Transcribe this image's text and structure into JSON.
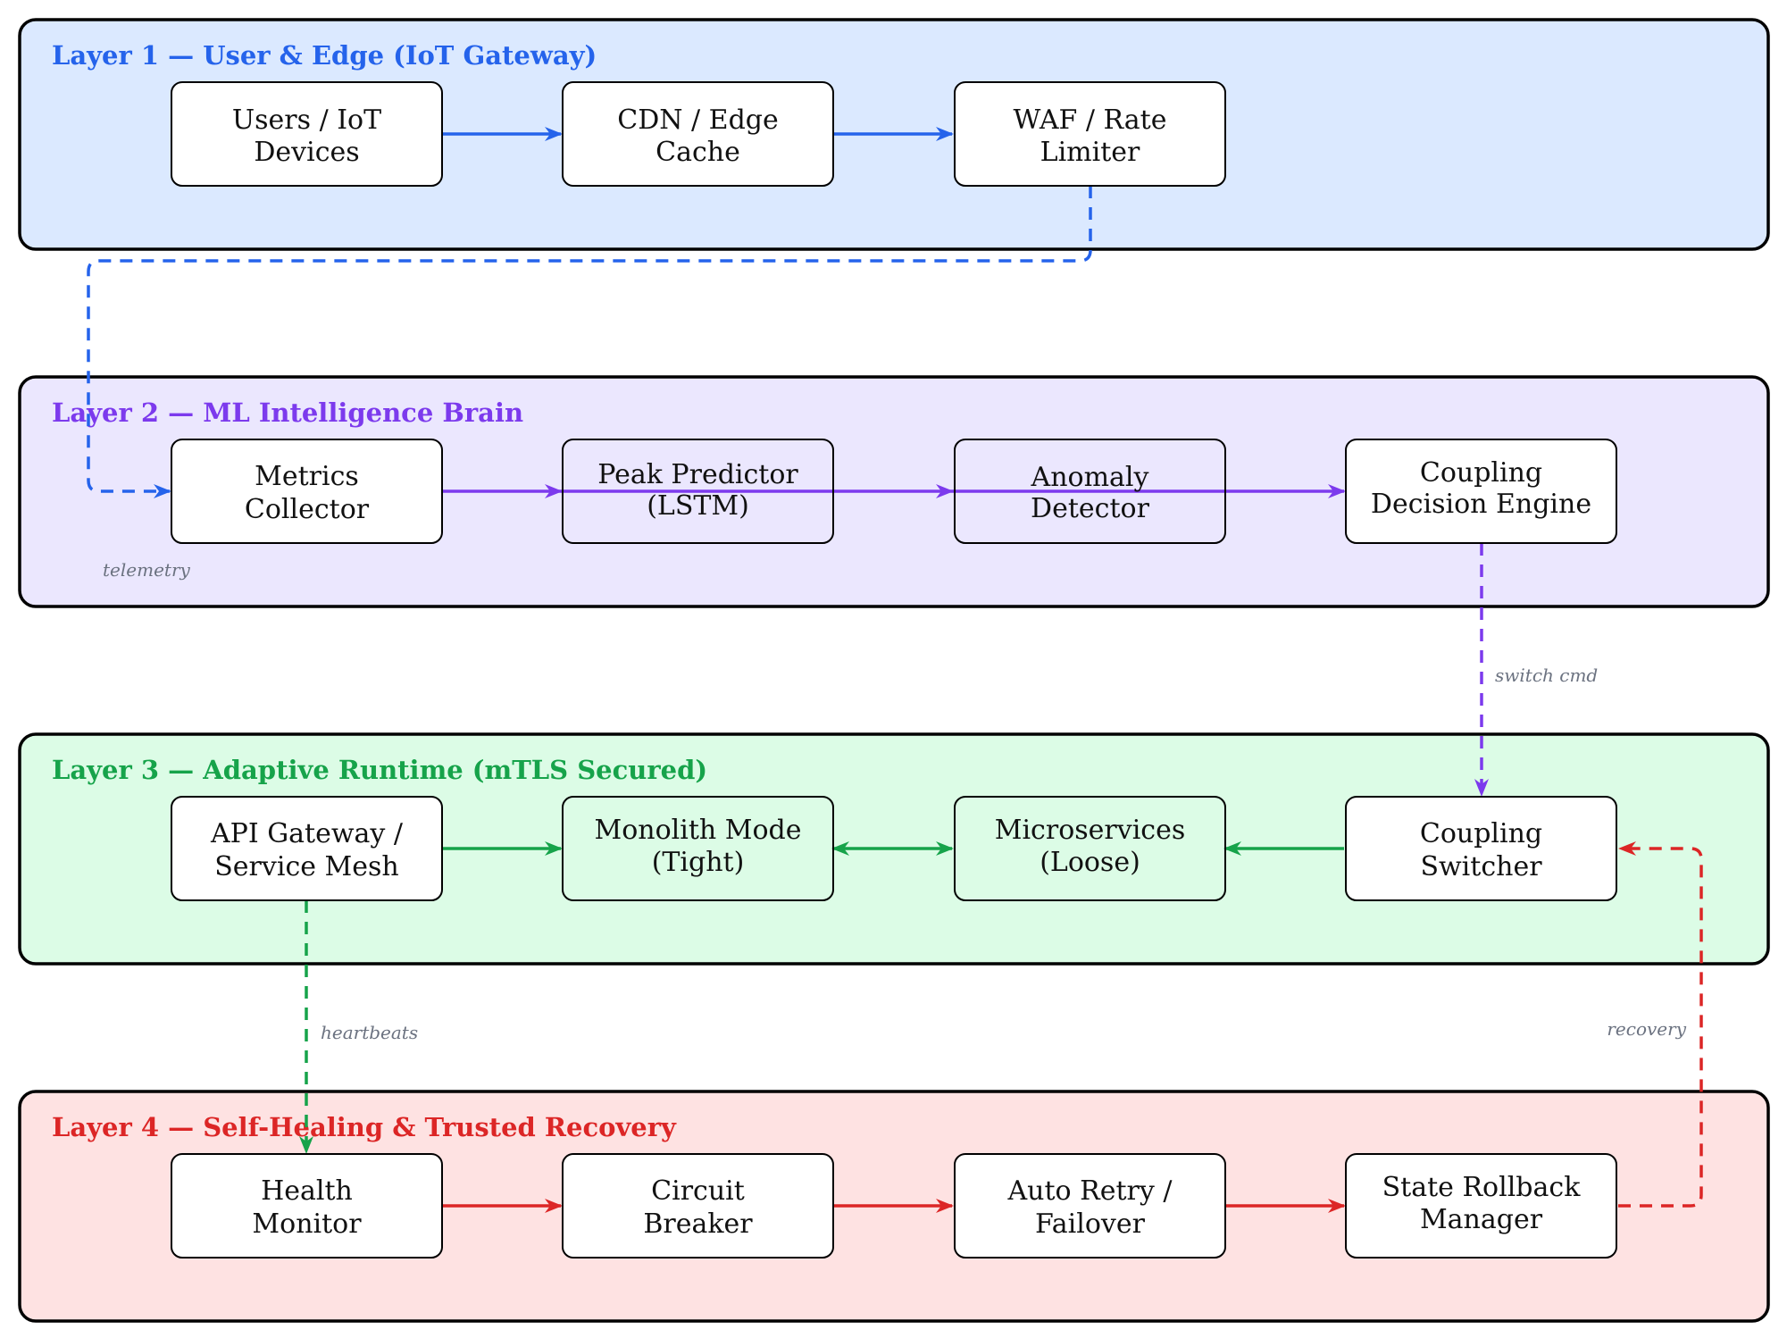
{
  "colors": {
    "layer1": {
      "fill": "#dbe9ff",
      "accent": "#2563eb"
    },
    "layer2": {
      "fill": "#ebe7fe",
      "accent": "#7c3aed"
    },
    "layer3": {
      "fill": "#dcfce6",
      "accent": "#16a34a"
    },
    "layer4": {
      "fill": "#fee2e2",
      "accent": "#dc2626"
    }
  },
  "layers": [
    {
      "id": "layer1",
      "title": "Layer 1 — User & Edge (IoT Gateway)",
      "nodes": [
        {
          "id": "users",
          "lines": [
            "Users / IoT",
            "Devices"
          ]
        },
        {
          "id": "cdn",
          "lines": [
            "CDN / Edge",
            "Cache"
          ]
        },
        {
          "id": "waf",
          "lines": [
            "WAF / Rate",
            "Limiter"
          ]
        }
      ]
    },
    {
      "id": "layer2",
      "title": "Layer 2 — ML Intelligence Brain",
      "nodes": [
        {
          "id": "metrics",
          "lines": [
            "Metrics",
            "Collector"
          ]
        },
        {
          "id": "peak",
          "lines": [
            "Peak Predictor",
            "(LSTM)"
          ]
        },
        {
          "id": "anomaly",
          "lines": [
            "Anomaly",
            "Detector"
          ]
        },
        {
          "id": "decision",
          "lines": [
            "Coupling",
            "Decision Engine"
          ]
        }
      ]
    },
    {
      "id": "layer3",
      "title": "Layer 3 — Adaptive Runtime (mTLS Secured)",
      "nodes": [
        {
          "id": "gateway",
          "lines": [
            "API Gateway /",
            "Service Mesh"
          ]
        },
        {
          "id": "monolith",
          "lines": [
            "Monolith Mode",
            "(Tight)"
          ]
        },
        {
          "id": "micro",
          "lines": [
            "Microservices",
            "(Loose)"
          ]
        },
        {
          "id": "switcher",
          "lines": [
            "Coupling",
            "Switcher"
          ]
        }
      ]
    },
    {
      "id": "layer4",
      "title": "Layer 4 — Self-Healing & Trusted Recovery",
      "nodes": [
        {
          "id": "health",
          "lines": [
            "Health",
            "Monitor"
          ]
        },
        {
          "id": "breaker",
          "lines": [
            "Circuit",
            "Breaker"
          ]
        },
        {
          "id": "retry",
          "lines": [
            "Auto Retry /",
            "Failover"
          ]
        },
        {
          "id": "rollback",
          "lines": [
            "State Rollback",
            "Manager"
          ]
        }
      ]
    }
  ],
  "edge_labels": {
    "telemetry": "telemetry",
    "switch_cmd": "switch cmd",
    "heartbeats": "heartbeats",
    "recovery": "recovery"
  }
}
